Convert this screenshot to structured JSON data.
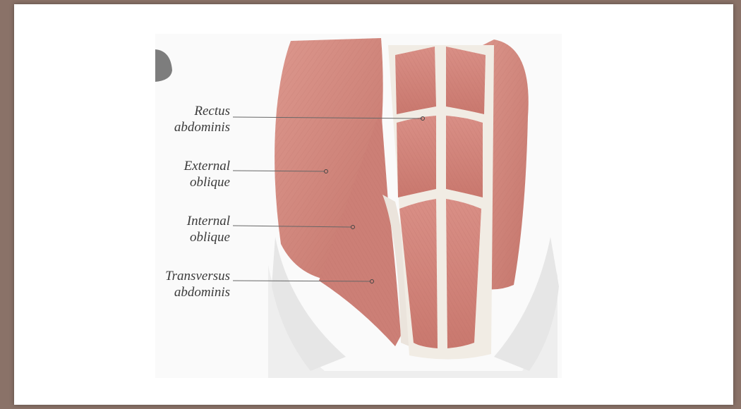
{
  "figure": {
    "labels": [
      {
        "line1": "Rectus",
        "line2": "abdominis"
      },
      {
        "line1": "External",
        "line2": "oblique"
      },
      {
        "line1": "Internal",
        "line2": "oblique"
      },
      {
        "line1": "Transversus",
        "line2": "abdominis"
      }
    ]
  },
  "colors": {
    "background": "#8a7268",
    "slide": "#ffffff",
    "muscle": "#d0857c",
    "muscle_light": "#e3a49a",
    "tendon": "#f1ece4",
    "bone": "#efefef"
  }
}
